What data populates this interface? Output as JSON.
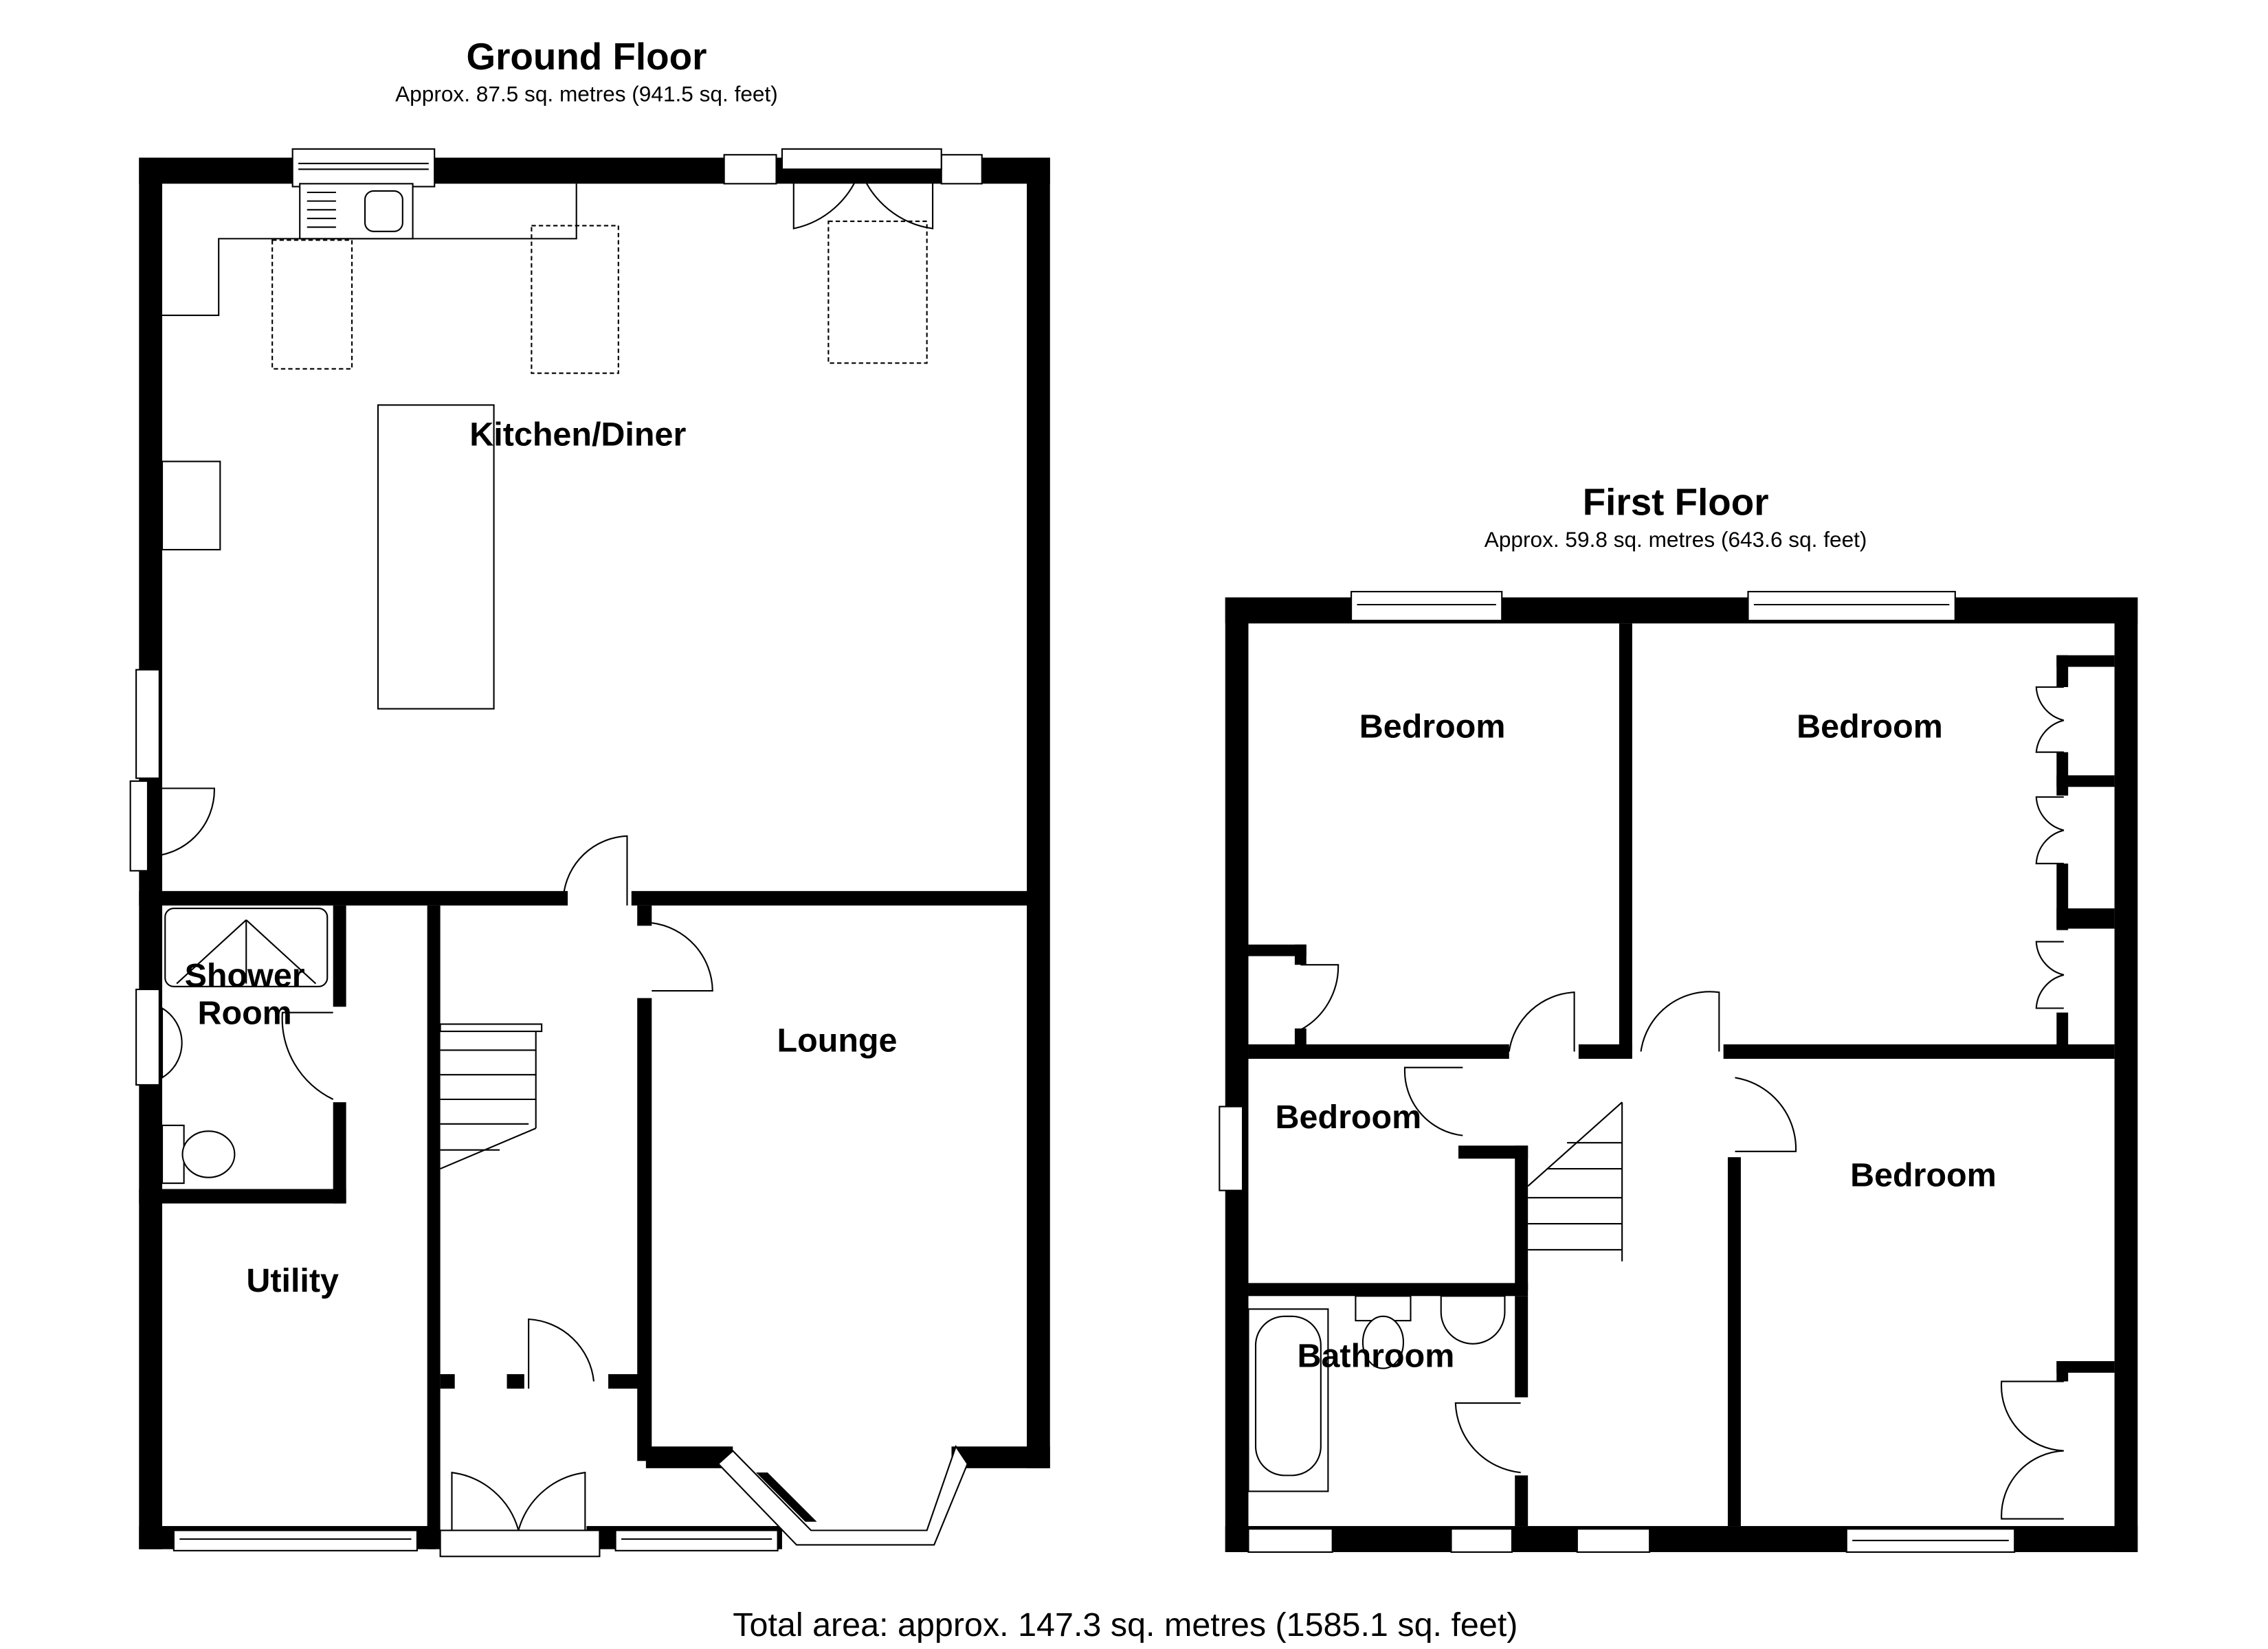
{
  "ground_floor": {
    "title": "Ground Floor",
    "area": "Approx. 87.5 sq. metres (941.5 sq. feet)",
    "rooms": {
      "kitchen_diner": "Kitchen/Diner",
      "shower_room_line1": "Shower",
      "shower_room_line2": "Room",
      "utility": "Utility",
      "lounge": "Lounge"
    }
  },
  "first_floor": {
    "title": "First Floor",
    "area": "Approx. 59.8 sq. metres (643.6 sq. feet)",
    "rooms": {
      "bedroom_1": "Bedroom",
      "bedroom_2": "Bedroom",
      "bedroom_3": "Bedroom",
      "bedroom_4": "Bedroom",
      "bathroom": "Bathroom"
    }
  },
  "total_area": "Total area: approx. 147.3 sq. metres (1585.1 sq. feet)",
  "colors": {
    "wall": "#000000",
    "background": "#ffffff"
  }
}
